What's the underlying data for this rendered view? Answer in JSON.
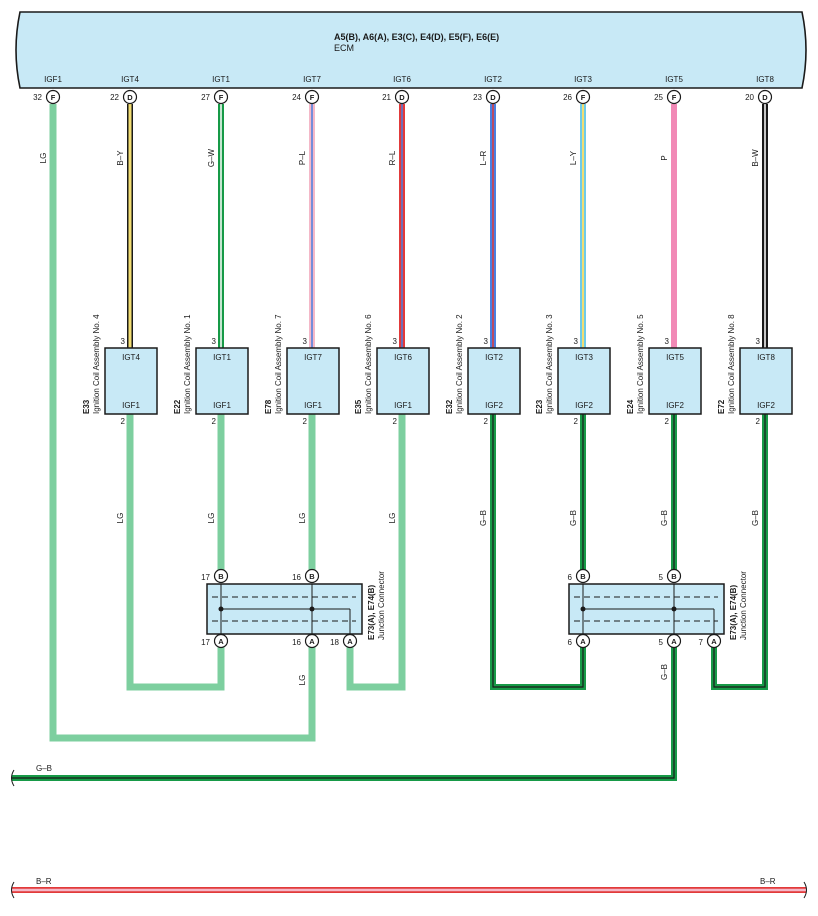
{
  "ecm": {
    "title": "A5(B), A6(A), E3(C), E4(D), E5(F), E6(E)",
    "subtitle": "ECM"
  },
  "ecm_pins": [
    {
      "signal": "IGF1",
      "pin": "32",
      "conn": "F"
    },
    {
      "signal": "IGT4",
      "pin": "22",
      "conn": "D"
    },
    {
      "signal": "IGT1",
      "pin": "27",
      "conn": "F"
    },
    {
      "signal": "IGT7",
      "pin": "24",
      "conn": "F"
    },
    {
      "signal": "IGT6",
      "pin": "21",
      "conn": "D"
    },
    {
      "signal": "IGT2",
      "pin": "23",
      "conn": "D"
    },
    {
      "signal": "IGT3",
      "pin": "26",
      "conn": "F"
    },
    {
      "signal": "IGT5",
      "pin": "25",
      "conn": "F"
    },
    {
      "signal": "IGT8",
      "pin": "20",
      "conn": "D"
    }
  ],
  "top_wires": [
    {
      "label": "LG"
    },
    {
      "label": "B–Y"
    },
    {
      "label": "G–W"
    },
    {
      "label": "P–L"
    },
    {
      "label": "R–L"
    },
    {
      "label": "L–R"
    },
    {
      "label": "L–Y"
    },
    {
      "label": "P"
    },
    {
      "label": "B–W"
    }
  ],
  "coils": [
    {
      "code": "E33",
      "name": "Ignition Coil Assembly No. 4",
      "top_signal": "IGT4",
      "bottom_signal": "IGF1",
      "top_pin": "3",
      "bottom_pin": "2",
      "lower_wire": "LG"
    },
    {
      "code": "E22",
      "name": "Ignition Coil Assembly No. 1",
      "top_signal": "IGT1",
      "bottom_signal": "IGF1",
      "top_pin": "3",
      "bottom_pin": "2",
      "lower_wire": "LG"
    },
    {
      "code": "E78",
      "name": "Ignition Coil Assembly No. 7",
      "top_signal": "IGT7",
      "bottom_signal": "IGF1",
      "top_pin": "3",
      "bottom_pin": "2",
      "lower_wire": "LG"
    },
    {
      "code": "E35",
      "name": "Ignition Coil Assembly No. 6",
      "top_signal": "IGT6",
      "bottom_signal": "IGF1",
      "top_pin": "3",
      "bottom_pin": "2",
      "lower_wire": "LG"
    },
    {
      "code": "E32",
      "name": "Ignition Coil Assembly No. 2",
      "top_signal": "IGT2",
      "bottom_signal": "IGF2",
      "top_pin": "3",
      "bottom_pin": "2",
      "lower_wire": "G–B"
    },
    {
      "code": "E23",
      "name": "Ignition Coil Assembly No. 3",
      "top_signal": "IGT3",
      "bottom_signal": "IGF2",
      "top_pin": "3",
      "bottom_pin": "2",
      "lower_wire": "G–B"
    },
    {
      "code": "E24",
      "name": "Ignition Coil Assembly No. 5",
      "top_signal": "IGT5",
      "bottom_signal": "IGF2",
      "top_pin": "3",
      "bottom_pin": "2",
      "lower_wire": "G–B"
    },
    {
      "code": "E72",
      "name": "Ignition Coil Assembly No. 8",
      "top_signal": "IGT8",
      "bottom_signal": "IGF2",
      "top_pin": "3",
      "bottom_pin": "2",
      "lower_wire": "G–B"
    }
  ],
  "junctions": [
    {
      "code": "E73(A), E74(B)",
      "name": "Junction Connector",
      "top_pins": [
        {
          "pin": "17",
          "conn": "B"
        },
        {
          "pin": "16",
          "conn": "B"
        }
      ],
      "bottom_pins": [
        {
          "pin": "17",
          "conn": "A"
        },
        {
          "pin": "16",
          "conn": "A"
        },
        {
          "pin": "18",
          "conn": "A"
        }
      ],
      "out_wire": "LG"
    },
    {
      "code": "E73(A), E74(B)",
      "name": "Junction Connector",
      "top_pins": [
        {
          "pin": "6",
          "conn": "B"
        },
        {
          "pin": "5",
          "conn": "B"
        }
      ],
      "bottom_pins": [
        {
          "pin": "6",
          "conn": "A"
        },
        {
          "pin": "5",
          "conn": "A"
        },
        {
          "pin": "7",
          "conn": "A"
        }
      ],
      "out_wire": "G–B"
    }
  ],
  "buses": [
    {
      "label_left": "G–B",
      "label_right": ""
    },
    {
      "label_left": "B–R",
      "label_right": "B–R"
    }
  ],
  "colors": {
    "panel_fill": "#c8e9f6",
    "lg": "#7dcf9f",
    "green": "#179a47",
    "yellow": "#f2dd72",
    "black": "#1a1a1a",
    "red": "#e23a3a",
    "blue": "#4a7fe0",
    "pink": "#f189b6",
    "light_blue": "#6fcbe8",
    "light_pink": "#f4b8c8"
  }
}
